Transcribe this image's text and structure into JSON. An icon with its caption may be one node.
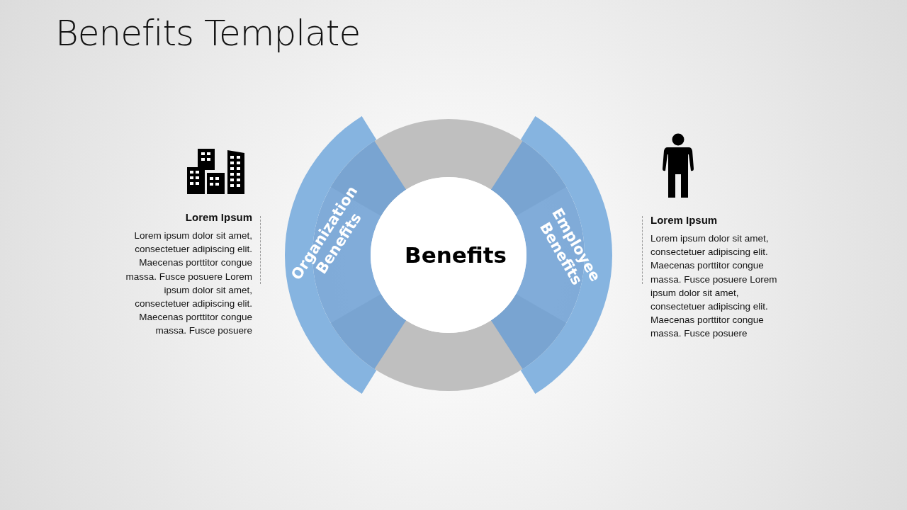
{
  "diagram": {
    "title": "Benefits Template",
    "nodes": [
      {
        "text": [],
        "shape": "arc"
      },
      {
        "text": [],
        "shape": "arc"
      },
      {
        "text": [
          "Organization Benefits"
        ]
      },
      {
        "text": [
          "Employee Benefits"
        ]
      },
      {
        "text": [
          "Benefits"
        ]
      }
    ],
    "labels": [
      "Lorem Ipsum",
      "Lorem ipsum dolor sit amet, consectetuer adipiscing elit. Maecenas porttitor congue massa. Fusce posuere Lorem ipsum dolor sit amet, consectetuer adipiscing elit. Maecenas porttitor congue massa. Fusce posuere",
      "Lorem Ipsum",
      "Lorem ipsum dolor sit amet, consectetuer adipiscing elit. Maecenas porttitor congue massa. Fusce posuere Lorem ipsum dolor sit amet, consectetuer adipiscing elit. Maecenas porttitor congue massa. Fusce posuere"
    ]
  }
}
